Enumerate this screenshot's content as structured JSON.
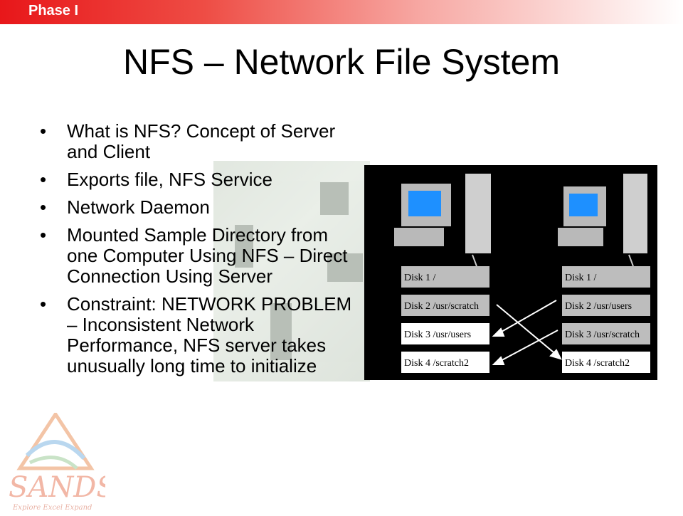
{
  "header": {
    "phase_label": "Phase I"
  },
  "title": "NFS – Network File System",
  "bullets": [
    "What is NFS? Concept of Server and Client",
    "Exports file, NFS Service",
    "Network Daemon",
    "Mounted Sample Directory from one Computer Using NFS – Direct Connection Using Server",
    "Constraint: NETWORK PROBLEM – Inconsistent Network Performance, NFS server takes unusually long time to initialize"
  ],
  "diagram": {
    "left_disks": [
      "Disk 1 /",
      "Disk 2 /usr/scratch",
      "Disk 3 /usr/users",
      "Disk 4 /scratch2"
    ],
    "right_disks": [
      "Disk 1 /",
      "Disk 2 /usr/users",
      "Disk 3 /usr/scratch",
      "Disk 4 /scratch2"
    ]
  },
  "logo": {
    "text": "SANDS",
    "tagline": "Explore Excel Expand"
  },
  "colors": {
    "accent_red": "#e8171a",
    "screen_blue": "#1e90ff"
  }
}
